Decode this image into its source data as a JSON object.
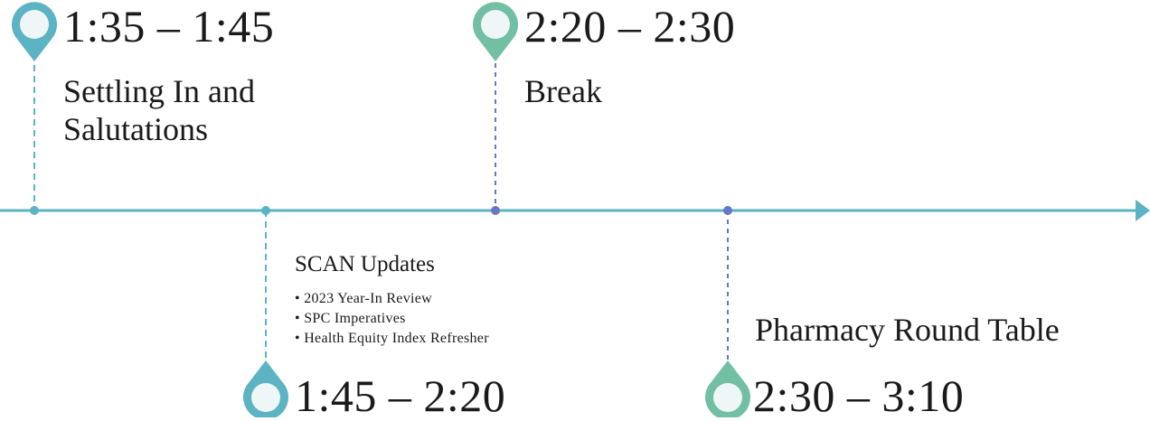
{
  "colors": {
    "axis": "#5bb3c4",
    "teal_pin": "#5bb3c4",
    "green_pin": "#72bfa3",
    "pin_inner": "#eef6f7",
    "blue_dash": "#6677c6"
  },
  "events": [
    {
      "time": "1:35 – 1:45",
      "title_lines": [
        "Settling In and",
        "Salutations"
      ]
    },
    {
      "time": "1:45 – 2:20",
      "title": "SCAN Updates",
      "bullets": [
        "2023 Year-In Review",
        "SPC Imperatives",
        "Health Equity Index Refresher"
      ]
    },
    {
      "time": "2:20 – 2:30",
      "title": "Break"
    },
    {
      "time": "2:30 – 3:10",
      "title": "Pharmacy Round Table"
    }
  ]
}
